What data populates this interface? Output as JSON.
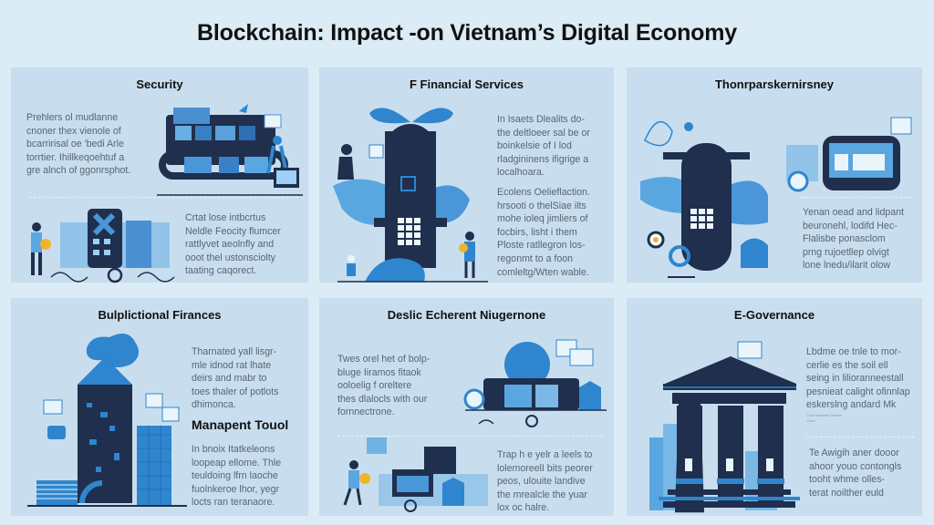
{
  "title": "Blockchain: Impact -on Vietnam’s Digital Economy",
  "colors": {
    "background": "#dcecf6",
    "panel": "#c8deee",
    "navy": "#1f2f4d",
    "blue": "#2f86cf",
    "light_blue": "#7ab8e6"
  },
  "panels": [
    {
      "title": "Security",
      "text1": "Prehlers  ol  mudlanne\ncnoner  thex  vienole  of\nbcarririsal oe  'bedi  Arle\ntorrtier. Ihillkeqoehtuf  a\ngre alnch of ggonrsphot.",
      "text2": "Crtat  lose  intbcrtus\nNeldle  Feocity  flumcer\nrattlyvet  aeolnfly  and\nooot thel ustonsciolty\ntaating caqorect."
    },
    {
      "title": "F Financial Services",
      "text1": "In  Isaets  Dlealits  do-\nthe  deltloeer  sal  be or\nboinkelsie  of  I  lod\nrladgininens  ifigrige  a\nlocalhoara.",
      "text2": "Ecolens  Oelieflaction.\nhrsooti  o  thelSiae  ilts\nmohe  ioleq  jimliers  of\nfocbirs,   lisht  i  them\nPloste  ratllegron  los-\nregonmt   to  a   foon\ncomleltg/Wten wable."
    },
    {
      "title": "Thonrparskernirsney",
      "text1": "Yenan  oead  and  lidpant\nbeuronehl,  lodifd  Hec-\nFlalisbe          ponasclom\nprng  rujoetllep  olvigt\nlone lnedu/ilarit olow"
    },
    {
      "title": "Bulplictional Firances",
      "text1": "Tharnated  yall  lisgr-\nmle  idnod  rat  lhate\ndeirs   and   mabr   to\ntoes  thaler  of  potlots\ndhimonca.",
      "subheading": "Manapent Touol",
      "text2": "In  bnoix  Itatkeleons\nloopeap  ellome.  Thle\nteuldoing  lfrn  laoche\nfuolnkeroe lhor,  yegr\nlocts ran teranaore."
    },
    {
      "title": "Deslic Echerent Niugernone",
      "text1": "Twes  orel  het  of  bolp-\nbluge  Iiramos   fitaok\nooloelig    f  oreltere\nthes   dlalocls   with  our\nfornnectrone.",
      "text2": "Trap h e  yelr a  leels  to\nlolemoreelI  bits   peorer\npeos,   ulouite  landive\nthe mrealcle    the  yuar\nlox oc halre."
    },
    {
      "title": "E-Governance",
      "text1": "Lbdme  oe  tnle  to  mor-\ncerlie  es  the  soil  ell\nseing in lilioranneestall\npesnieat calight ofinnlap\neskerslng andard Mk",
      "tiny": "Cbonrdsartee Pesnle\nDroe",
      "text2": "Te  Awigih  aner  dooor\nahoor  youo  contongls\ntooht    whme    olles-\nterat    noilther    euld"
    }
  ]
}
